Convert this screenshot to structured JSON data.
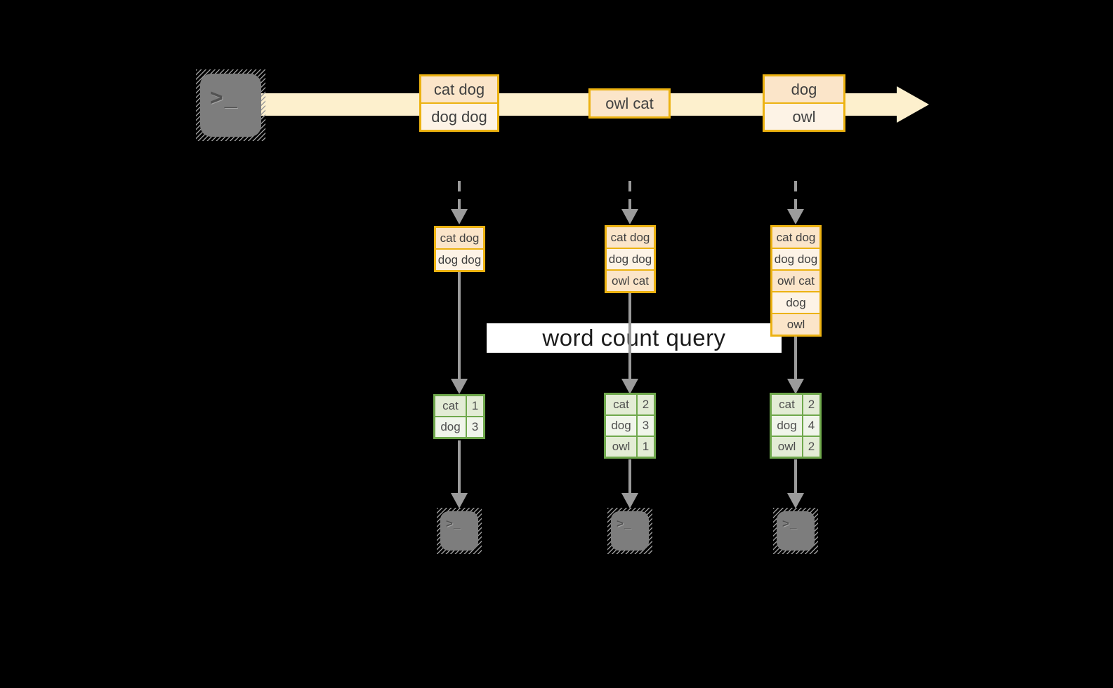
{
  "diagram": {
    "title_hint": "streaming word count diagram",
    "query_label": "word count query",
    "colors": {
      "stream_fill": "#fdf0cd",
      "box_border": "#ecb211",
      "cell_dark": "#fbe5c9",
      "cell_light": "#fdf3e6",
      "table_border": "#6fa84c",
      "tcell_dark": "#e3ecd5",
      "tcell_light": "#f0f5ea",
      "arrow_gray": "#9b9b9b",
      "terminal_gray": "#7d7d7d",
      "band_bg": "#ffffff",
      "band_text": "#1b1b1b"
    },
    "icons": {
      "source": "terminal-icon",
      "sinks": [
        "terminal-icon",
        "terminal-icon",
        "terminal-icon"
      ],
      "glyph_gt": ">",
      "glyph_underscore": "_"
    },
    "stream_batches": [
      {
        "rows": [
          "cat dog",
          "dog dog"
        ]
      },
      {
        "rows": [
          "owl cat"
        ]
      },
      {
        "rows": [
          "dog",
          "owl"
        ]
      }
    ],
    "columns": [
      {
        "state": [
          "cat dog",
          "dog dog"
        ],
        "counts": [
          {
            "word": "cat",
            "count": "1"
          },
          {
            "word": "dog",
            "count": "3"
          }
        ]
      },
      {
        "state": [
          "cat dog",
          "dog dog",
          "owl cat"
        ],
        "counts": [
          {
            "word": "cat",
            "count": "2"
          },
          {
            "word": "dog",
            "count": "3"
          },
          {
            "word": "owl",
            "count": "1"
          }
        ]
      },
      {
        "state": [
          "cat dog",
          "dog dog",
          "owl cat",
          "dog",
          "owl"
        ],
        "counts": [
          {
            "word": "cat",
            "count": "2"
          },
          {
            "word": "dog",
            "count": "4"
          },
          {
            "word": "owl",
            "count": "2"
          }
        ]
      }
    ]
  }
}
